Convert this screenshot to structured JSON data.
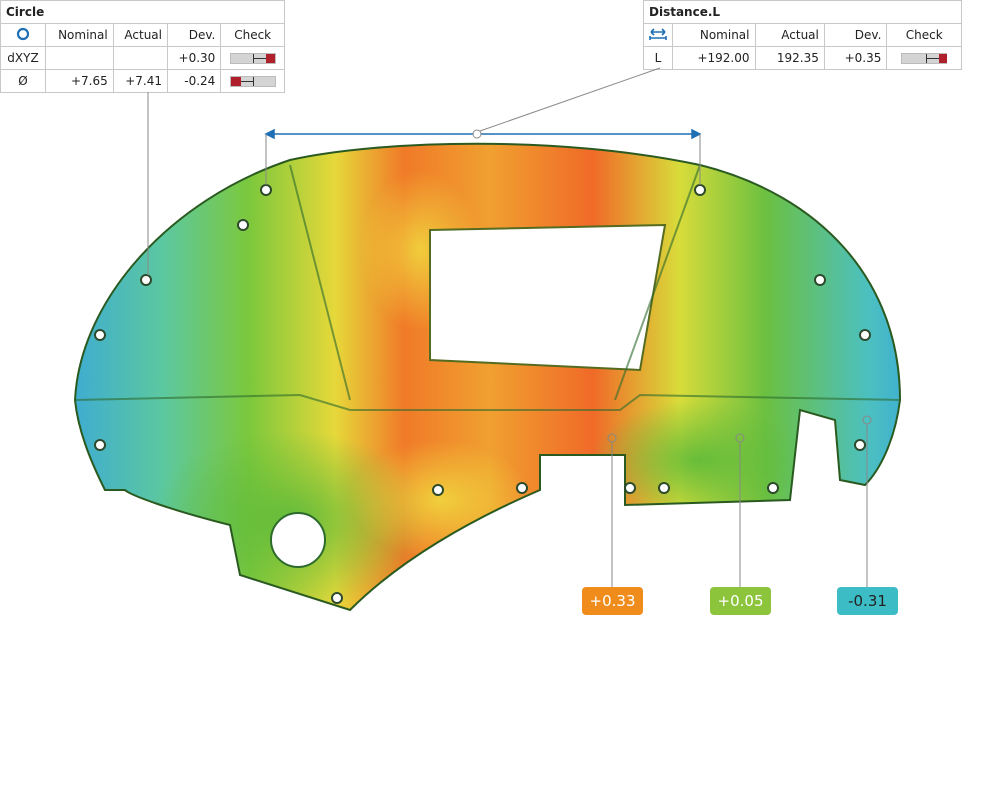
{
  "circle_table": {
    "title": "Circle",
    "icon": "circle-icon",
    "headers": [
      "Nominal",
      "Actual",
      "Dev.",
      "Check"
    ],
    "rows": [
      {
        "label": "dXYZ",
        "nominal": "",
        "actual": "",
        "dev": "+0.30",
        "check_fraction": 0.85
      },
      {
        "label": "Ø",
        "nominal": "+7.65",
        "actual": "+7.41",
        "dev": "-0.24",
        "check_fraction": 0.2
      }
    ]
  },
  "distance_table": {
    "title": "Distance.L",
    "icon": "distance-arrows-icon",
    "headers": [
      "Nominal",
      "Actual",
      "Dev.",
      "Check"
    ],
    "rows": [
      {
        "label": "L",
        "nominal": "+192.00",
        "actual": "192.35",
        "dev": "+0.35",
        "check_fraction": 0.88
      }
    ]
  },
  "callouts": [
    {
      "value": "+0.33",
      "color": "#f08c1c"
    },
    {
      "value": "+0.05",
      "color": "#8cc43c"
    },
    {
      "value": "-0.31",
      "color": "#3cbcc4"
    }
  ],
  "colors": {
    "dimension_line": "#1f6fb4",
    "check_bar": "#b0202c"
  }
}
